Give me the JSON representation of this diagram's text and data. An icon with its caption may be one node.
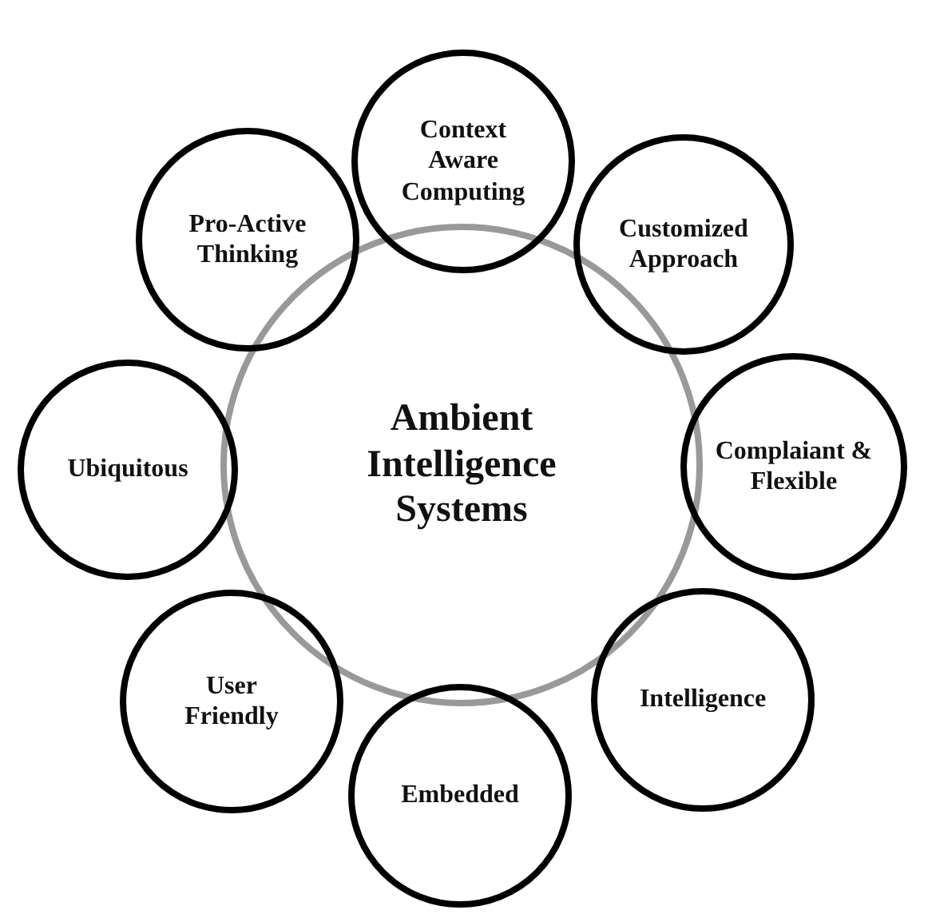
{
  "diagram": {
    "nodes": [
      {
        "text": [
          "Ambient Intelligence Systems"
        ]
      },
      {
        "text": [
          "Context Aware Computing"
        ]
      },
      {
        "text": [
          "Customized Approach"
        ]
      },
      {
        "text": [
          "Complaiant & Flexible"
        ]
      },
      {
        "text": [
          "Intelligence"
        ]
      },
      {
        "text": [
          "Embedded"
        ]
      },
      {
        "text": [
          "User Friendly"
        ]
      },
      {
        "text": [
          "Ubiquitous"
        ]
      },
      {
        "text": [
          "Pro-Active Thinking"
        ]
      }
    ]
  }
}
